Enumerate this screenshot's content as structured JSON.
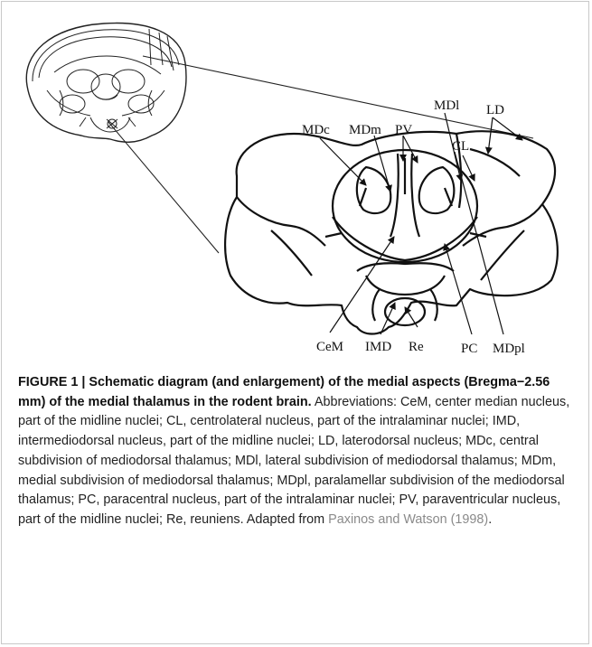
{
  "figure": {
    "labels": {
      "mdc": "MDc",
      "mdm": "MDm",
      "pv": "PV",
      "mdl": "MDl",
      "ld": "LD",
      "cl": "CL",
      "cem": "CeM",
      "imd": "IMD",
      "re": "Re",
      "pc": "PC",
      "mdpl": "MDpl"
    }
  },
  "caption": {
    "title": "FIGURE 1 | Schematic diagram (and enlargement) of the medial aspects (Bregma−2.56 mm) of the medial thalamus in the rodent brain.",
    "body": " Abbreviations: CeM, center median nucleus, part of the midline nuclei; CL, centrolateral nucleus, part of the intralaminar nuclei; IMD, intermediodorsal nucleus, part of the midline nuclei; LD, laterodorsal nucleus; MDc, central subdivision of mediodorsal thalamus; MDl, lateral subdivision of mediodorsal thalamus; MDm, medial subdivision of mediodorsal thalamus; MDpl, paralamellar subdivision of the mediodorsal thalamus; PC, paracentral nucleus, part of the intralaminar nuclei; PV, paraventricular nucleus, part of the midline nuclei; Re, reuniens. Adapted from ",
    "reference": "Paxinos and Watson (1998)",
    "end": "."
  }
}
